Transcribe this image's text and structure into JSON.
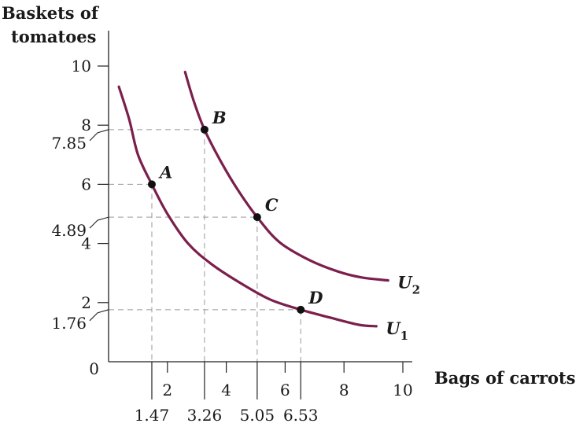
{
  "chart_data": {
    "type": "line",
    "title": "",
    "ylabel_lines": [
      "Baskets of",
      "tomatoes"
    ],
    "xlabel": "Bags of carrots",
    "xlim": [
      0,
      10
    ],
    "ylim": [
      0,
      10
    ],
    "x_ticks": [
      {
        "value": 2,
        "label": "2"
      },
      {
        "value": 4,
        "label": "4"
      },
      {
        "value": 6,
        "label": "6"
      },
      {
        "value": 8,
        "label": "8"
      },
      {
        "value": 10,
        "label": "10"
      }
    ],
    "y_ticks": [
      {
        "value": 10,
        "label": "10"
      },
      {
        "value": 8,
        "label": "8"
      },
      {
        "value": 6,
        "label": "6"
      },
      {
        "value": 4,
        "label": "4"
      },
      {
        "value": 2,
        "label": "2"
      }
    ],
    "origin_label": "0",
    "x_marked": [
      {
        "value": 1.47,
        "label": "1.47"
      },
      {
        "value": 3.26,
        "label": "3.26"
      },
      {
        "value": 5.05,
        "label": "5.05"
      },
      {
        "value": 6.53,
        "label": "6.53"
      }
    ],
    "y_marked": [
      {
        "value": 7.85,
        "label": "7.85"
      },
      {
        "value": 4.89,
        "label": "4.89"
      },
      {
        "value": 1.76,
        "label": "1.76"
      }
    ],
    "series": [
      {
        "name": "U",
        "subscript": "1",
        "color": "#7b1f4d",
        "x": [
          0.35,
          0.7,
          1.0,
          1.47,
          2.0,
          2.7,
          3.5,
          4.5,
          5.5,
          6.53,
          7.5,
          8.5,
          9.1
        ],
        "y": [
          9.3,
          8.2,
          7.0,
          6.0,
          5.0,
          4.0,
          3.3,
          2.65,
          2.1,
          1.76,
          1.5,
          1.25,
          1.2
        ]
      },
      {
        "name": "U",
        "subscript": "2",
        "color": "#7b1f4d",
        "x": [
          2.6,
          2.9,
          3.26,
          3.8,
          4.4,
          5.05,
          5.8,
          6.8,
          7.8,
          8.6,
          9.5
        ],
        "y": [
          9.8,
          8.8,
          7.85,
          6.8,
          5.8,
          4.89,
          4.05,
          3.45,
          3.05,
          2.85,
          2.75
        ]
      }
    ],
    "points": [
      {
        "label": "A",
        "x": 1.47,
        "y": 6.0
      },
      {
        "label": "B",
        "x": 3.26,
        "y": 7.85
      },
      {
        "label": "C",
        "x": 5.05,
        "y": 4.89
      },
      {
        "label": "D",
        "x": 6.53,
        "y": 1.76
      }
    ],
    "grid": false,
    "legend": "none"
  }
}
